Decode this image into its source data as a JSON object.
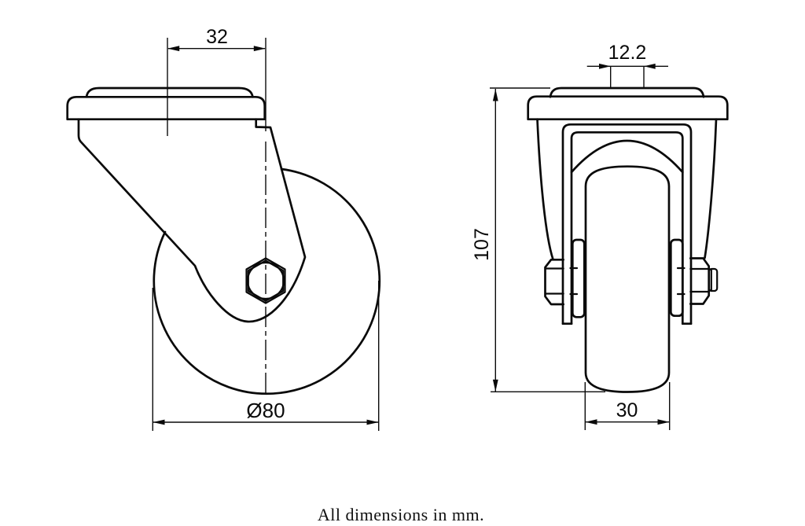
{
  "note": "All dimensions in mm.",
  "dimensions": {
    "swivel_offset": "32",
    "wheel_diameter": "Ø80",
    "bolt_hole_width": "12.2",
    "overall_height": "107",
    "wheel_width": "30"
  },
  "colors": {
    "line": "#0a0a0a",
    "background": "#ffffff"
  }
}
